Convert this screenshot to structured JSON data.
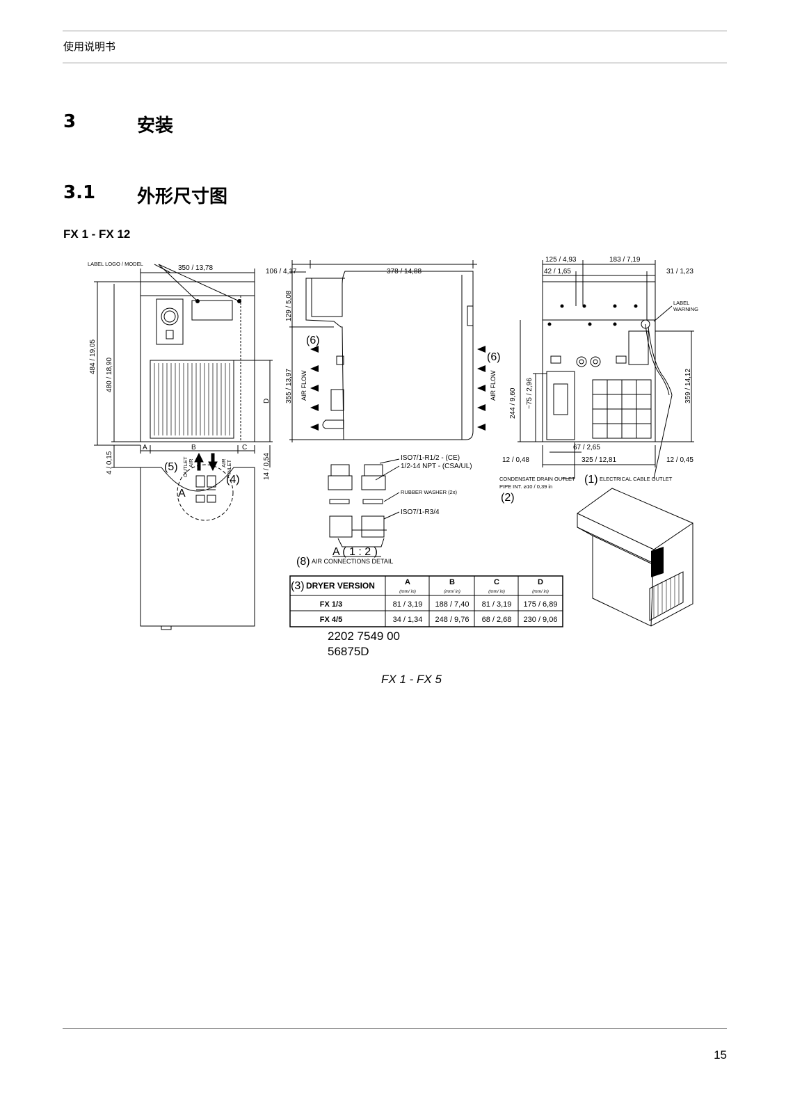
{
  "header": {
    "title": "使用说明书"
  },
  "section": {
    "number": "3",
    "title": "安装"
  },
  "subsection": {
    "number": "3.1",
    "title": "外形尺寸图"
  },
  "model_range": "FX 1 - FX 12",
  "drawing": {
    "front": {
      "label_logo": "LABEL LOGO / MODEL",
      "width": "350 / 13,78",
      "height_total": "484 / 19,05",
      "height_body": "480 / 18,90",
      "foot": "4 / 0,15",
      "dim_a": "A",
      "dim_b": "B",
      "dim_c": "C",
      "dim_d": "D",
      "ref5": "(5)",
      "ref4": "(4)",
      "outlet": "OUTLET",
      "inlet": "INLET",
      "air": "AIR",
      "detail_a": "A",
      "bottom_gap": "14 / 0,54"
    },
    "side": {
      "depth_left": "106 / 4,17",
      "depth": "378 / 14,88",
      "top_h": "129 / 5,08",
      "h355": "355 / 13,97",
      "air_flow": "AIR FLOW",
      "ref6": "(6)"
    },
    "rear": {
      "d125": "125 / 4,93",
      "d183": "183 / 7,19",
      "d42": "42 / 1,65",
      "d31": "31 / 1,23",
      "label": "LABEL",
      "warning": "WARNING",
      "h244": "244 / 9,60",
      "h75": "~75 / 2,96",
      "h359": "359 / 14,12",
      "d67": "67 / 2,65",
      "d12l": "12 / 0,48",
      "d325": "325 / 12,81",
      "d12r": "12 / 0,45",
      "condensate": "CONDENSATE DRAIN OUTLET",
      "pipe": "PIPE INT. ⌀10 / 0,39 in",
      "ref1": "(1)",
      "ref2": "(2)",
      "cable": "ELECTRICAL CABLE OUTLET"
    },
    "detail": {
      "iso1": "ISO7/1-R1/2 - (CE)",
      "npt": "1/2-14 NPT - (CSA/UL)",
      "washer": "RUBBER WASHER (2x)",
      "iso2": "ISO7/1-R3/4",
      "scale": "A ( 1 : 2 )",
      "ref8": "(8)",
      "caption": "AIR CONNECTIONS DETAIL"
    }
  },
  "table": {
    "ref": "(3)",
    "header": "DRYER VERSION",
    "cols": [
      "A",
      "B",
      "C",
      "D"
    ],
    "unit": "(mm/ in)",
    "rows": [
      {
        "name": "FX 1/3",
        "vals": [
          "81 / 3,19",
          "188 / 7,40",
          "81 / 3,19",
          "175 / 6,89"
        ]
      },
      {
        "name": "FX 4/5",
        "vals": [
          "34 / 1,34",
          "248 / 9,76",
          "68 / 2,68",
          "230 / 9,06"
        ]
      }
    ]
  },
  "part_number": "2202 7549 00",
  "drawing_code": "56875D",
  "figure_caption": "FX 1 - FX 5",
  "page_number": "15"
}
